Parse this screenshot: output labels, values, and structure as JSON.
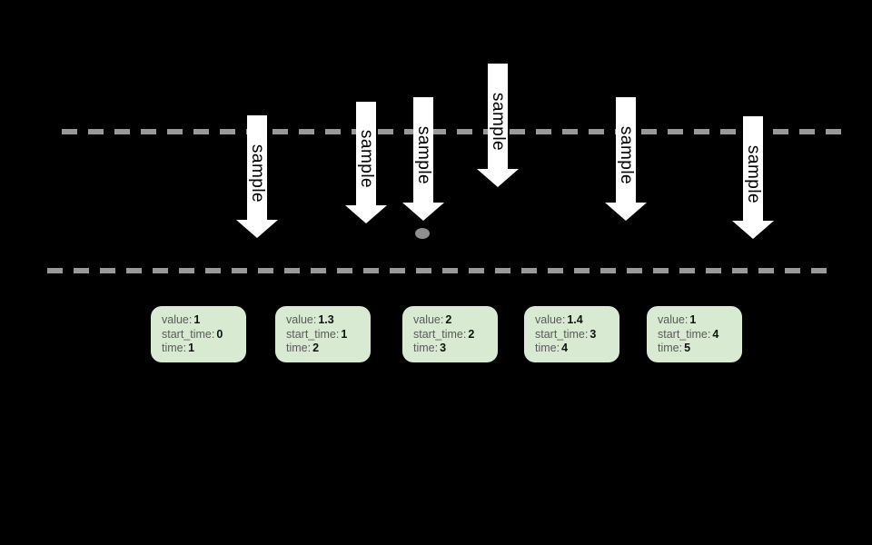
{
  "arrows": [
    {
      "label": "sample"
    },
    {
      "label": "sample"
    },
    {
      "label": "sample"
    },
    {
      "label": "sample"
    },
    {
      "label": "sample"
    },
    {
      "label": "sample"
    }
  ],
  "field_labels": {
    "value": "value:",
    "start_time": "start_time:",
    "time": "time:"
  },
  "sample_boxes": [
    {
      "value": "1",
      "start_time": "0",
      "time": "1"
    },
    {
      "value": "1.3",
      "start_time": "1",
      "time": "2"
    },
    {
      "value": "2",
      "start_time": "2",
      "time": "3"
    },
    {
      "value": "1.4",
      "start_time": "3",
      "time": "4"
    },
    {
      "value": "1",
      "start_time": "4",
      "time": "5"
    }
  ],
  "colors": {
    "background": "#000000",
    "arrow_fill": "#ffffff",
    "arrow_text": "#000000",
    "dashed_line": "#999999",
    "dot": "#8e8e8e",
    "box_fill": "#d9ead3",
    "box_label_text": "#5a5a5a",
    "box_value_text": "#111111"
  }
}
